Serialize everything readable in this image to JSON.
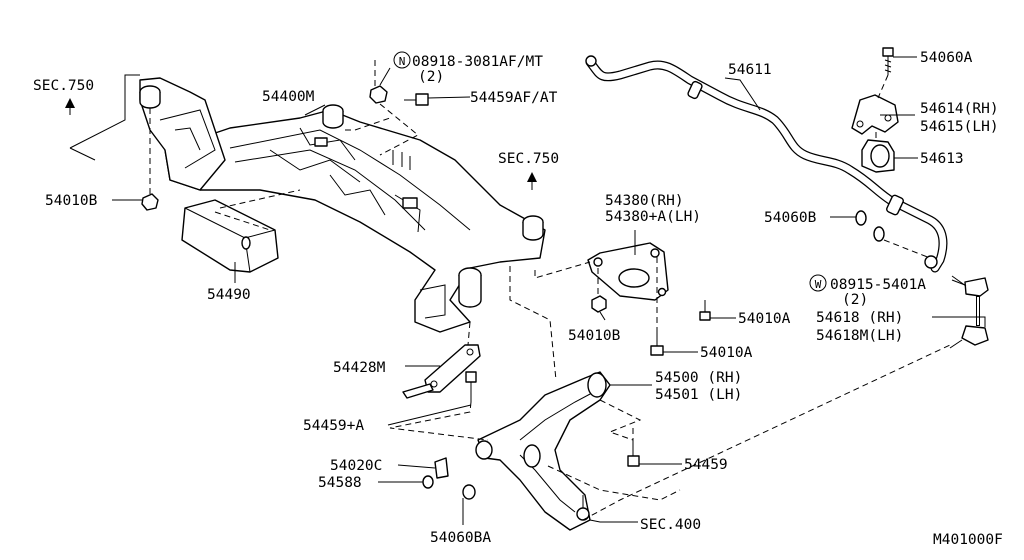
{
  "figure_id": "M401000F",
  "labels": {
    "sec750_left": "SEC.750",
    "sec750_right": "SEC.750",
    "sec400": "SEC.400",
    "p54400M": "54400M",
    "p54490": "54490",
    "p54010B_a": "54010B",
    "p54010B_b": "54010B",
    "p08918": "08918-3081AF/MT",
    "p08918_qty": "(2)",
    "p08918_mark": "N",
    "p54459AF": "54459AF/AT",
    "p54611": "54611",
    "p54060A": "54060A",
    "p54614": "54614(RH)",
    "p54615": "54615(LH)",
    "p54613": "54613",
    "p54060B": "54060B",
    "p08915": "08915-5401A",
    "p08915_qty": "(2)",
    "p08915_mark": "W",
    "p54618": "54618 (RH)",
    "p54618M": "54618M(LH)",
    "p54380": "54380(RH)",
    "p54380A": "54380+A(LH)",
    "p54010A_a": "54010A",
    "p54010A_b": "54010A",
    "p54428M": "54428M",
    "p54459A": "54459+A",
    "p54500": "54500 (RH)",
    "p54501": "54501 (LH)",
    "p54459": "54459",
    "p54020C": "54020C",
    "p54588": "54588",
    "p54060BA": "54060BA"
  }
}
